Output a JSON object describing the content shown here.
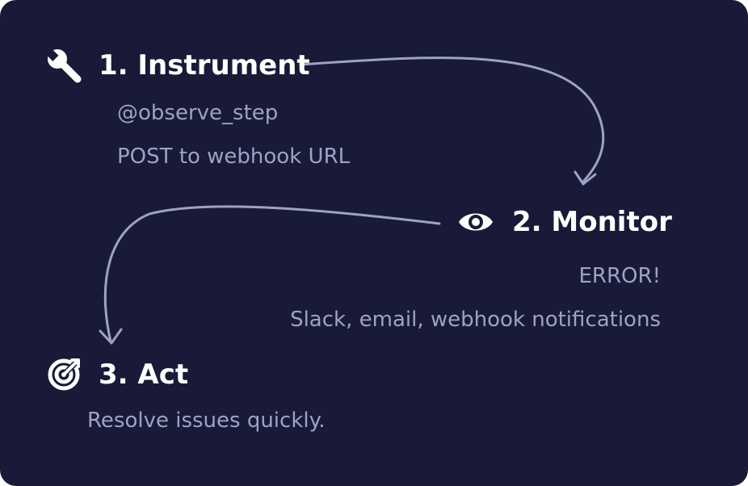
{
  "colors": {
    "background": "#181a38",
    "heading": "#ffffff",
    "subtext": "#9fa1c6",
    "arrow": "#9fa1c6"
  },
  "steps": [
    {
      "icon": "wrench-icon",
      "title": "1. Instrument",
      "lines": [
        "@observe_step",
        "POST to webhook URL"
      ]
    },
    {
      "icon": "eye-icon",
      "title": "2. Monitor",
      "lines": [
        "ERROR!",
        "Slack, email, webhook notifications"
      ]
    },
    {
      "icon": "target-icon",
      "title": "3. Act",
      "lines": [
        "Resolve issues quickly."
      ]
    }
  ]
}
